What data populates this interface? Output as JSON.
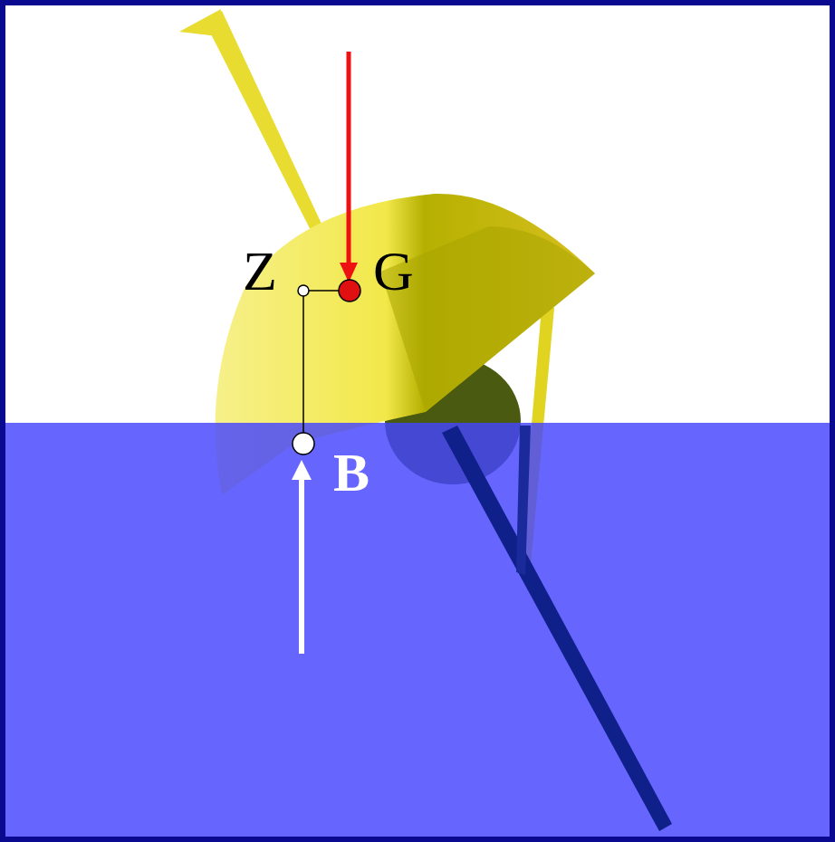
{
  "diagram": {
    "labels": [
      "Z",
      "G",
      "B"
    ]
  }
}
